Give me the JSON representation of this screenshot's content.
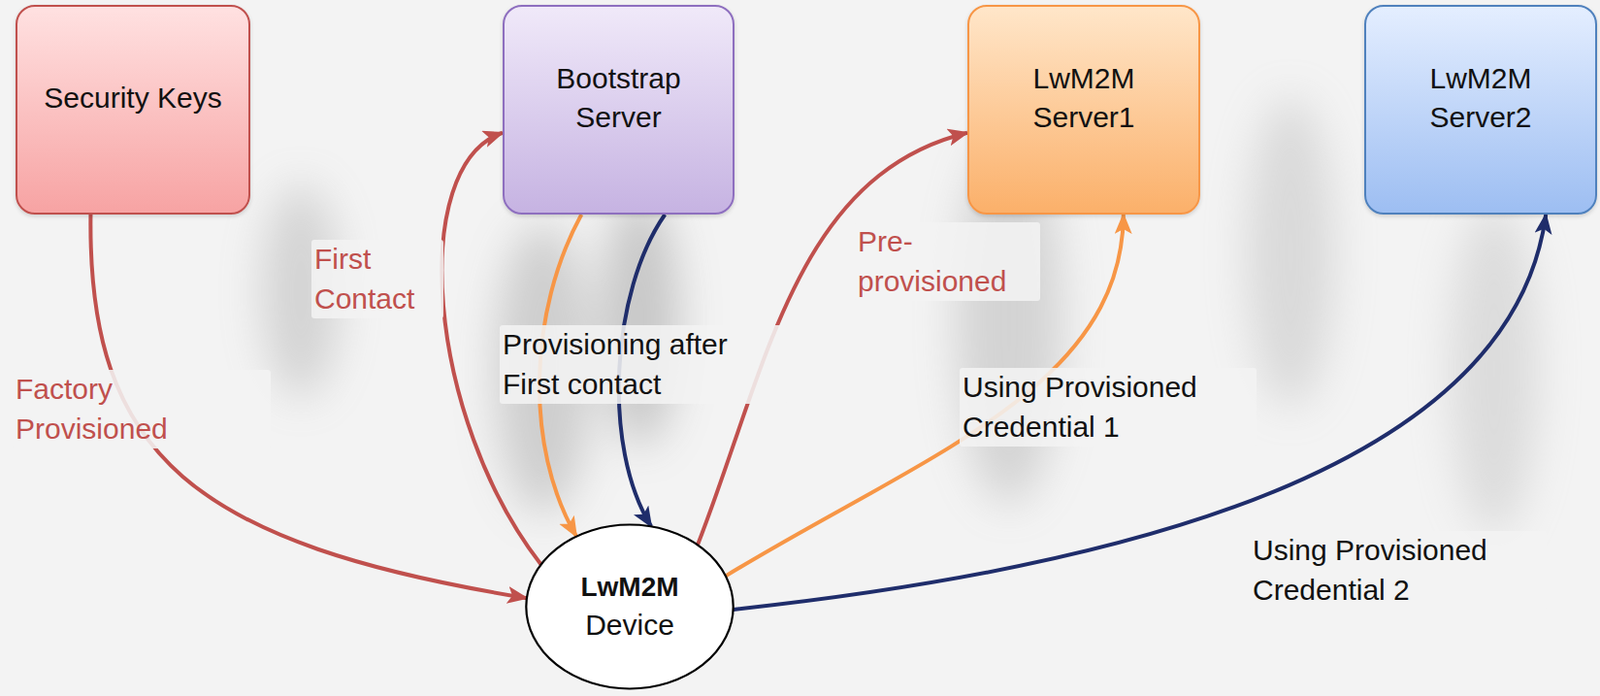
{
  "diagram": {
    "nodes": [
      {
        "text": [
          "Security Keys"
        ]
      },
      {
        "text": [
          "Bootstrap Server"
        ]
      },
      {
        "text": [
          "LwM2M Server1"
        ]
      },
      {
        "text": [
          "LwM2M Server2"
        ]
      },
      {
        "text": [
          "LwM2M",
          "Device"
        ]
      }
    ],
    "edges": [
      {
        "from": 0,
        "to": 4,
        "label": "Factory Provisioned",
        "arrow": "to"
      },
      {
        "from": 4,
        "to": 1,
        "label": "First Contact",
        "arrow": "to"
      },
      {
        "from": 1,
        "to": 4,
        "label": "Provisioning after First contact",
        "arrow": "to"
      },
      {
        "from": 1,
        "to": 4,
        "arrow": "to"
      },
      {
        "from": 4,
        "to": 2,
        "label": "Pre-provisioned",
        "arrow": "to"
      },
      {
        "from": 4,
        "to": 2,
        "label": "Using Provisioned Credential 1",
        "arrow": "to"
      },
      {
        "from": 4,
        "to": 3,
        "label": "Using Provisioned Credential 2",
        "arrow": "to"
      }
    ]
  }
}
